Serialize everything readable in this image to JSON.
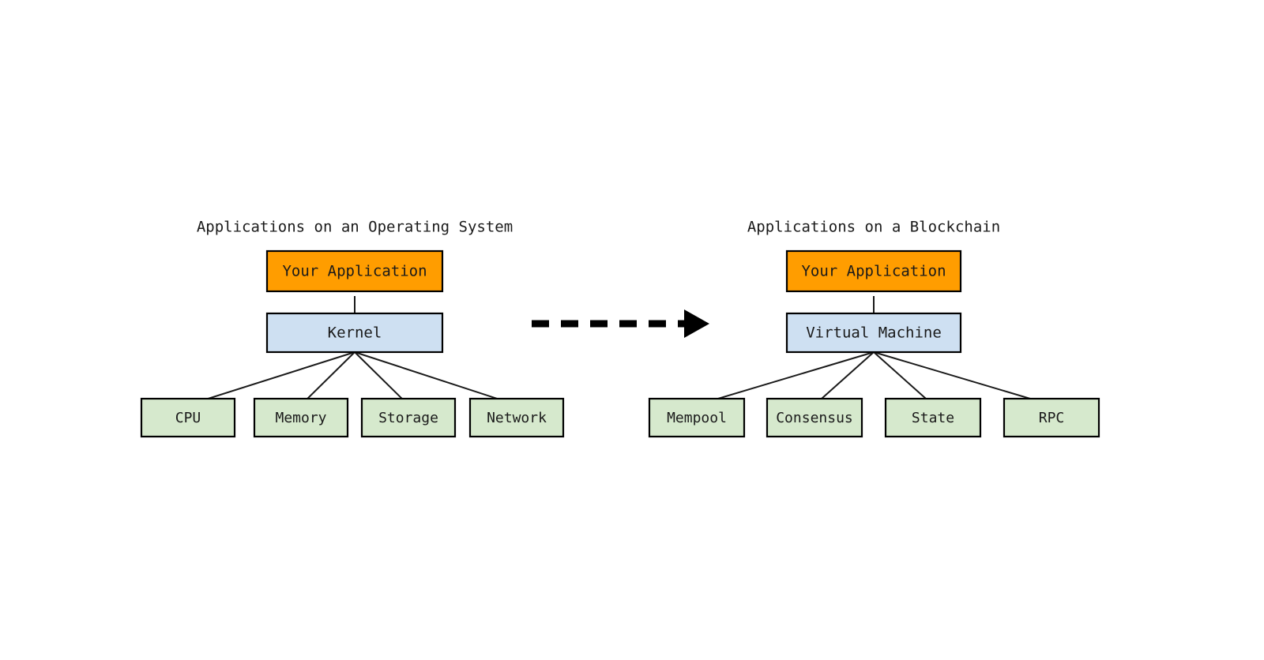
{
  "diagram": {
    "title_left": "Applications on an Operating System",
    "title_right": "Applications on a Blockchain",
    "colors": {
      "application": "#FF9D00",
      "platform": "#CEE0F2",
      "resource": "#D6E9CD",
      "border": "#000000",
      "edge": "#1a1a1a",
      "text": "#1a1a1a",
      "background": "#ffffff"
    },
    "flow_arrow": {
      "name": "transition-arrow",
      "style": "dashed",
      "direction": "left-to-right"
    },
    "left_panel": {
      "application": "Your Application",
      "platform": "Kernel",
      "resources": [
        "CPU",
        "Memory",
        "Storage",
        "Network"
      ]
    },
    "right_panel": {
      "application": "Your Application",
      "platform": "Virtual Machine",
      "resources": [
        "Mempool",
        "Consensus",
        "State",
        "RPC"
      ]
    }
  }
}
